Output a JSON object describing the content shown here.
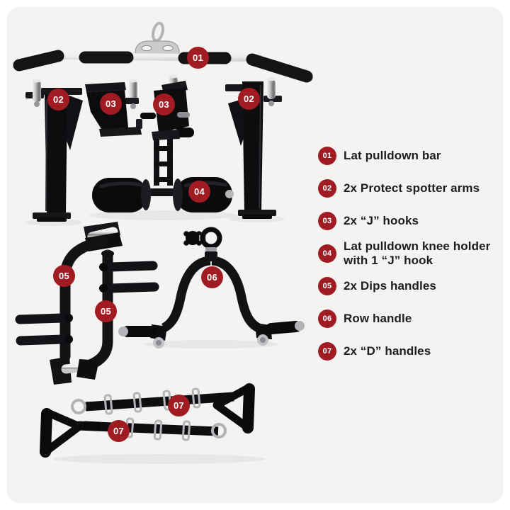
{
  "colors": {
    "badge_red": "#a01c22",
    "panel_bg": "#f4f3f1",
    "page_bg": "#ffffff",
    "text_dark": "#1d1d1d"
  },
  "markers": [
    {
      "label": "01"
    },
    {
      "label": "02"
    },
    {
      "label": "02"
    },
    {
      "label": "03"
    },
    {
      "label": "03"
    },
    {
      "label": "04"
    },
    {
      "label": "05"
    },
    {
      "label": "05"
    },
    {
      "label": "06"
    },
    {
      "label": "07"
    },
    {
      "label": "07"
    }
  ],
  "legend": {
    "items": [
      {
        "number": "01",
        "label": "Lat pulldown bar"
      },
      {
        "number": "02",
        "label": "2x Protect spotter arms"
      },
      {
        "number": "03",
        "label": "2x “J” hooks"
      },
      {
        "number": "04",
        "label": "Lat pulldown knee holder with 1 “J” hook"
      },
      {
        "number": "05",
        "label": "2x Dips handles"
      },
      {
        "number": "06",
        "label": "Row handle"
      },
      {
        "number": "07",
        "label": "2x “D” handles"
      }
    ]
  }
}
